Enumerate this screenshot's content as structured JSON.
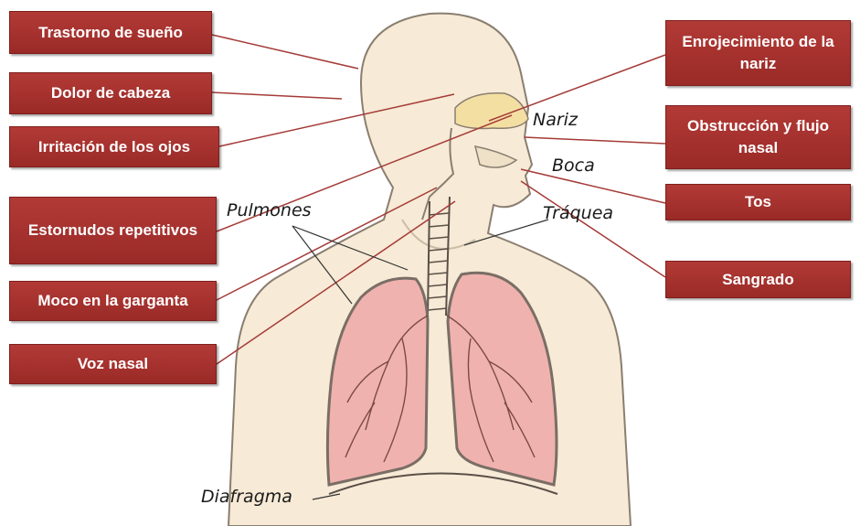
{
  "symptoms_left": [
    "Trastorno de sueño",
    "Dolor de cabeza",
    "Irritación de los ojos",
    "Estornudos repetitivos",
    "Moco en la garganta",
    "Voz nasal"
  ],
  "symptoms_right": [
    "Enrojecimiento de la nariz",
    "Obstrucción y flujo nasal",
    "Tos",
    "Sangrado"
  ],
  "anatomy": {
    "nariz": "Nariz",
    "boca": "Boca",
    "pulmones": "Pulmones",
    "traquea": "Tráquea",
    "diafragma": "Diafragma"
  },
  "colors": {
    "label_box": "#a8302d",
    "skin": "#f7ead6",
    "lung": "#f0b2ae",
    "nasal_cavity": "#f4dfa3"
  }
}
